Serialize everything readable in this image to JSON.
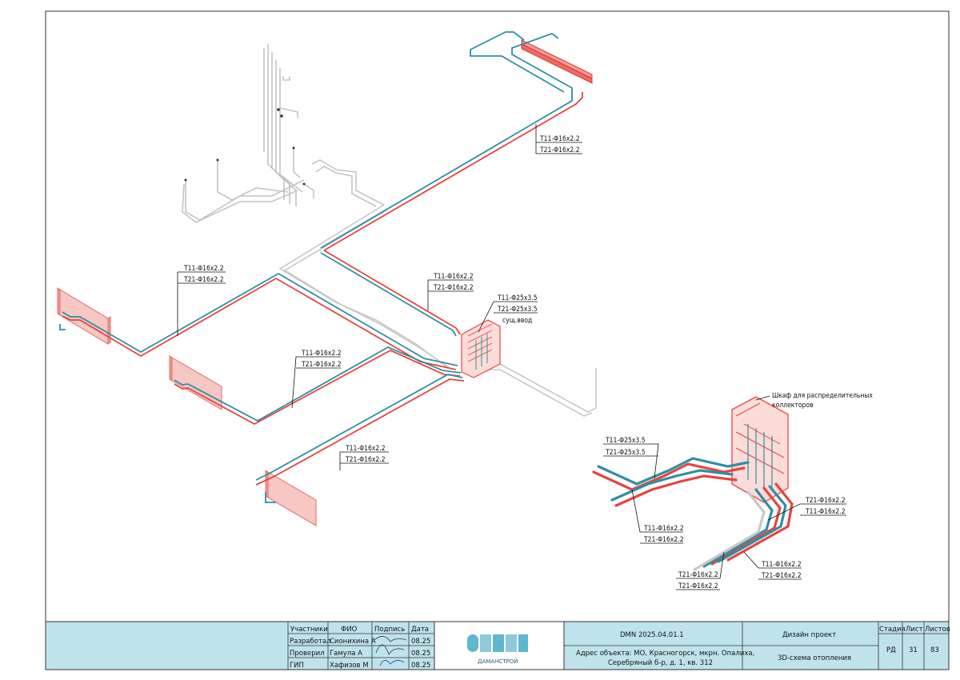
{
  "callouts": [
    {
      "id": "top",
      "t11": "T11-Φ16x2.2",
      "t21": "T21-Φ16x2.2"
    },
    {
      "id": "left",
      "t11": "T11-Φ16x2.2",
      "t21": "T21-Φ16x2.2"
    },
    {
      "id": "center",
      "t11": "T11-Φ16x2.2",
      "t21": "T21-Φ16x2.2"
    },
    {
      "id": "middle",
      "t11": "T11-Φ16x2.2",
      "t21": "T21-Φ16x2.2"
    },
    {
      "id": "bottom",
      "t11": "T11-Φ16x2.2",
      "t21": "T21-Φ16x2.2"
    }
  ],
  "inlet": {
    "t11": "T11-Φ25x3.5",
    "t21": "T21-Φ25x3.5",
    "note": "сущ.ввод"
  },
  "cabinet_label": {
    "line1": "Шкаф для распределительных",
    "line2": "коллекторов"
  },
  "detail": {
    "main_t11": "T11-Φ25x3.5",
    "main_t21": "T21-Φ25x3.5",
    "c1_t11": "T11-Φ16x2.2",
    "c1_t21": "T21-Φ16x2.2",
    "right_t21": "T21-Φ16x2.2",
    "right_t11": "T11-Φ16x2.2",
    "c3_t11": "T11-Φ16x2.2",
    "c3_t21": "T21-Φ16x2.2",
    "bot_a": "T21-Φ16x2.2",
    "bot_b": "T21-Φ16x2.2"
  },
  "title_block": {
    "headers": {
      "role": "Участники",
      "name": "ФИО",
      "sign": "Подпись",
      "date": "Дата"
    },
    "rows": [
      {
        "role": "Разработал",
        "name": "Сионихина А",
        "date": "08.25"
      },
      {
        "role": "Проверил",
        "name": "Гамула А",
        "date": "08.25"
      },
      {
        "role": "ГИП",
        "name": "Хафизов М",
        "date": "08.25"
      }
    ],
    "logo_text": "ДАМАНСТРОЙ",
    "project_code": "DMN 2025.04.01.1",
    "address": "Адрес объекта: МО, Красногорск, мкрн. Опалиха,",
    "address2": "Серебряный б-р, д. 1, кв. 312",
    "project_type": "Дизайн проект",
    "sheet_name": "3D-схема отопления",
    "stage_header": "Стадия",
    "sheet_header": "Лист",
    "sheets_header": "Листов",
    "stage": "РД",
    "sheet": "31",
    "sheets": "83"
  },
  "colors": {
    "supply": "#e8433f",
    "return": "#2e8fa3",
    "existing": "#c4c4c4",
    "title_fill": "#bfe3ec"
  }
}
